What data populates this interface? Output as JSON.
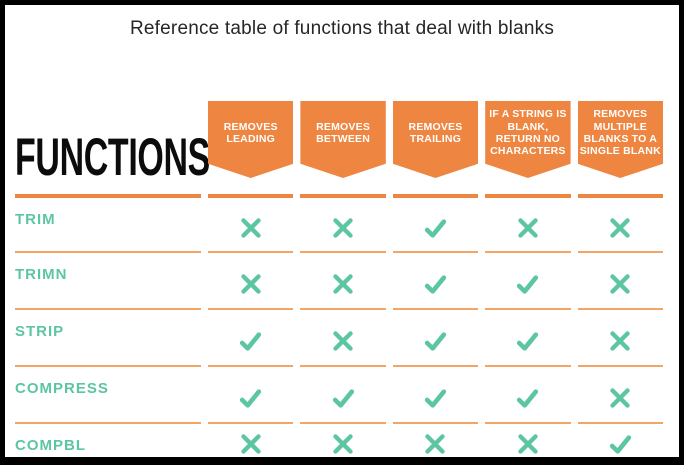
{
  "title": "Reference table of functions that deal with blanks",
  "chart_data": {
    "type": "table",
    "title": "Reference table of functions that deal with blanks",
    "row_header_label": "FUNCTIONS",
    "columns": [
      "REMOVES LEADING",
      "REMOVES BETWEEN",
      "REMOVES TRAILING",
      "IF A STRING IS BLANK, RETURN NO CHARACTERS",
      "REMOVES MULTIPLE BLANKS TO A SINGLE BLANK"
    ],
    "rows": [
      {
        "function": "TRIM",
        "values": [
          false,
          false,
          true,
          false,
          false
        ]
      },
      {
        "function": "TRIMN",
        "values": [
          false,
          false,
          true,
          true,
          false
        ]
      },
      {
        "function": "STRIP",
        "values": [
          true,
          false,
          true,
          true,
          false
        ]
      },
      {
        "function": "COMPRESS",
        "values": [
          true,
          true,
          true,
          true,
          false
        ]
      },
      {
        "function": "COMPBL",
        "values": [
          false,
          false,
          false,
          false,
          true
        ]
      }
    ],
    "cell_glyphs": {
      "true": "check-icon",
      "false": "cross-icon"
    }
  },
  "colors": {
    "orange": "#EE8540",
    "orange_light": "#F2A564",
    "teal": "#5CC6A2",
    "title_text": "#262626",
    "banner_text": "#FFFFFF",
    "border_black": "#000000"
  }
}
